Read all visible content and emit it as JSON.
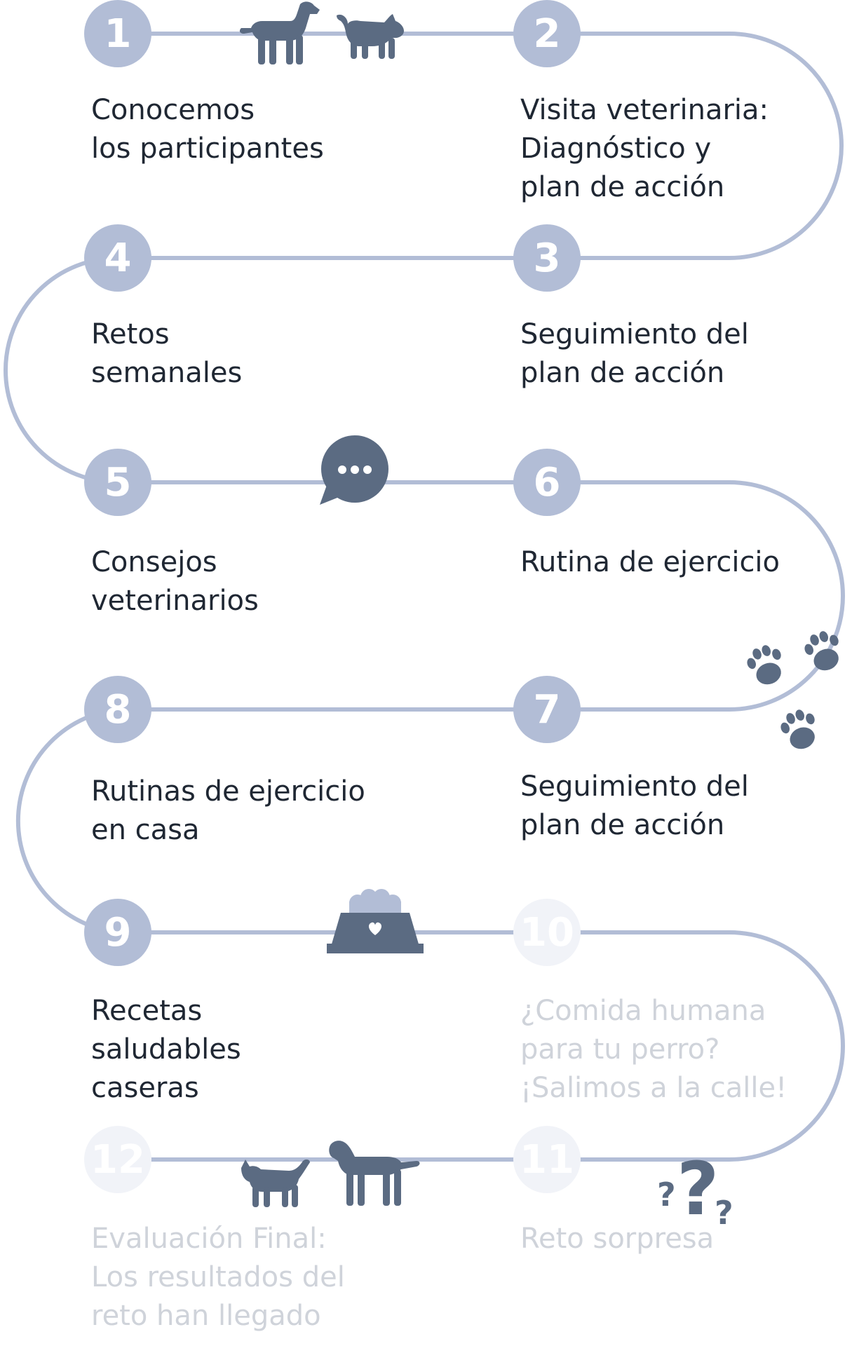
{
  "colors": {
    "path": "#b2bdd6",
    "active_circle": "#b2bdd6",
    "inactive_circle": "#f1f3f8",
    "active_text": "#1f2733",
    "inactive_text": "#cfd3da",
    "icon": "#5b6b82",
    "icon_light": "#b2bdd6"
  },
  "steps": [
    {
      "number": "1",
      "text": "Conocemos\nlos participantes",
      "state": "active"
    },
    {
      "number": "2",
      "text": "Visita veterinaria:\nDiagnóstico y\nplan de acción",
      "state": "active"
    },
    {
      "number": "3",
      "text": "Seguimiento del\nplan de acción",
      "state": "active"
    },
    {
      "number": "4",
      "text": "Retos\nsemanales",
      "state": "active"
    },
    {
      "number": "5",
      "text": "Consejos\nveterinarios",
      "state": "active"
    },
    {
      "number": "6",
      "text": "Rutina de ejercicio",
      "state": "active"
    },
    {
      "number": "7",
      "text": "Seguimiento del\nplan de acción",
      "state": "active"
    },
    {
      "number": "8",
      "text": "Rutinas de ejercicio\nen casa",
      "state": "active"
    },
    {
      "number": "9",
      "text": "Recetas\nsaludables\ncaseras",
      "state": "active"
    },
    {
      "number": "10",
      "text": "¿Comida humana\npara tu perro?\n¡Salimos a la calle!",
      "state": "inactive"
    },
    {
      "number": "11",
      "text": "Reto sorpresa",
      "state": "inactive"
    },
    {
      "number": "12",
      "text": "Evaluación Final:\nLos resultados del\nreto han llegado",
      "state": "inactive"
    }
  ],
  "icons": [
    {
      "name": "dog-icon",
      "near_step": "1-2"
    },
    {
      "name": "cat-icon",
      "near_step": "1-2"
    },
    {
      "name": "chat-bubble-icon",
      "near_step": "5-6"
    },
    {
      "name": "paw-prints-icon",
      "near_step": "6-7"
    },
    {
      "name": "food-bowl-icon",
      "near_step": "9-10"
    },
    {
      "name": "question-marks-icon",
      "near_step": "11"
    },
    {
      "name": "cat-icon",
      "near_step": "12-11"
    },
    {
      "name": "dog-icon",
      "near_step": "12-11"
    }
  ]
}
